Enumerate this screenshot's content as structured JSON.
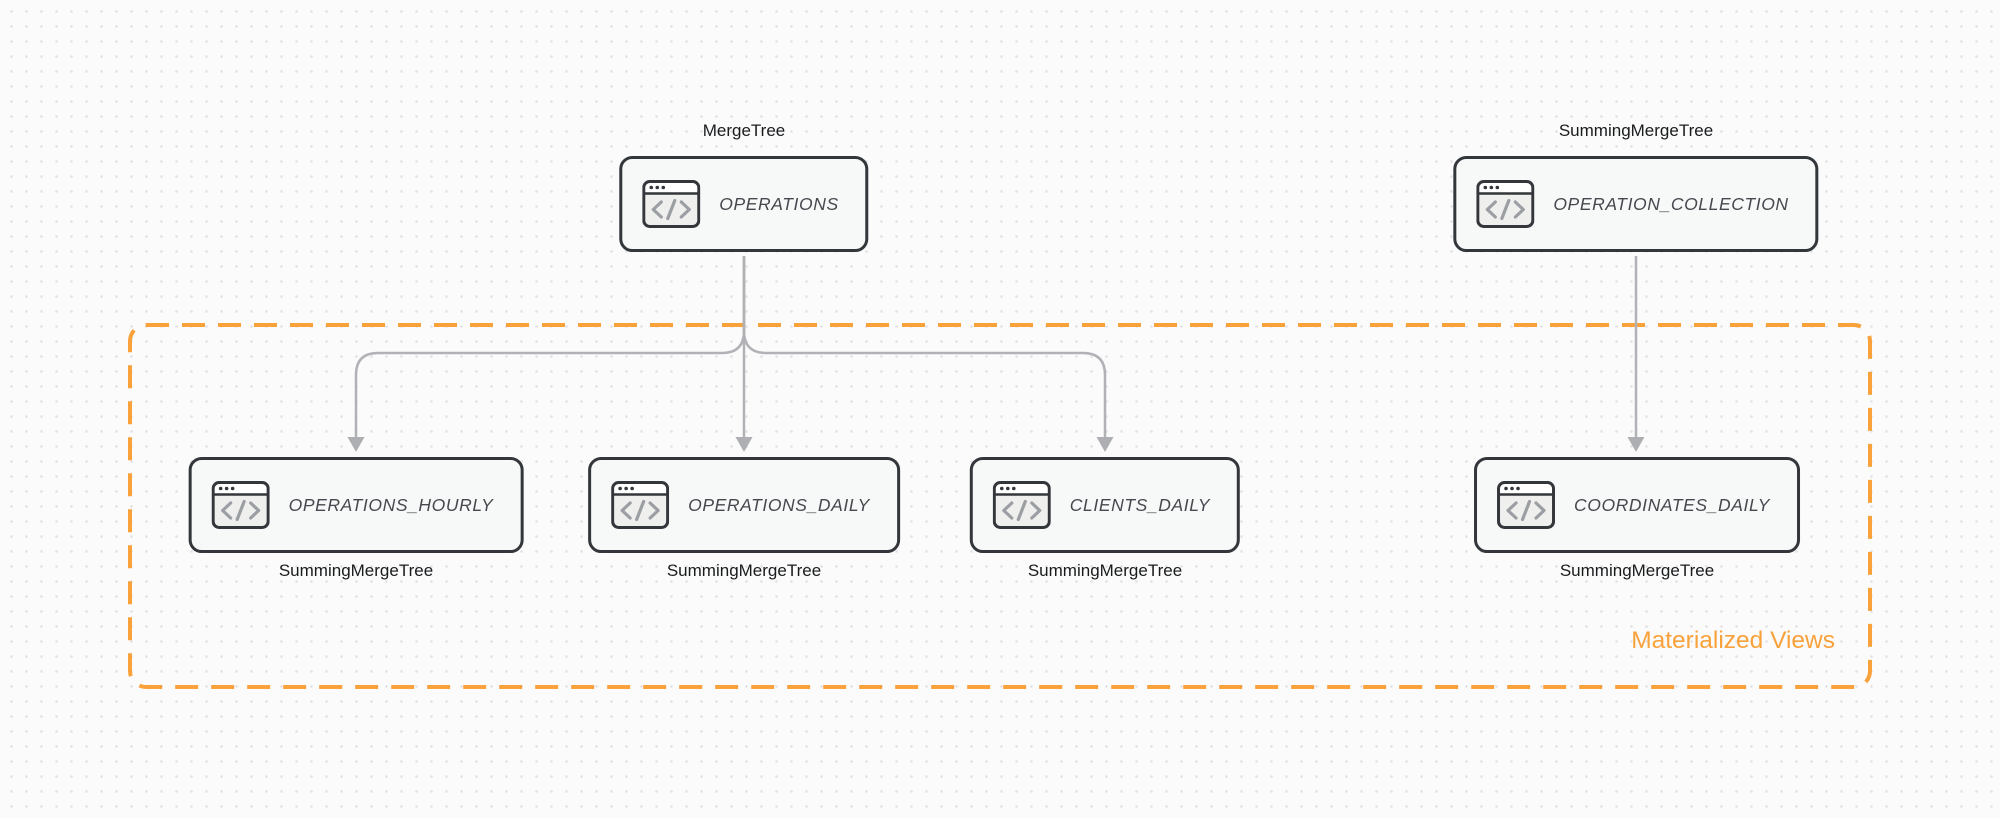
{
  "canvas": {
    "background_color": "#fbfbfb",
    "dot_color": "#e3e3e6"
  },
  "nodes": [
    {
      "id": "operations",
      "table": "OPERATIONS",
      "engine": "MergeTree",
      "engine_label_position": "top"
    },
    {
      "id": "operation-collection",
      "table": "OPERATION_COLLECTION",
      "engine": "SummingMergeTree",
      "engine_label_position": "top"
    },
    {
      "id": "operations-hourly",
      "table": "OPERATIONS_HOURLY",
      "engine": "SummingMergeTree",
      "engine_label_position": "bottom"
    },
    {
      "id": "operations-daily",
      "table": "OPERATIONS_DAILY",
      "engine": "SummingMergeTree",
      "engine_label_position": "bottom"
    },
    {
      "id": "clients-daily",
      "table": "CLIENTS_DAILY",
      "engine": "SummingMergeTree",
      "engine_label_position": "bottom"
    },
    {
      "id": "coordinates-daily",
      "table": "COORDINATES_DAILY",
      "engine": "SummingMergeTree",
      "engine_label_position": "bottom"
    }
  ],
  "edges": [
    {
      "from": "operations",
      "to": "operations-hourly"
    },
    {
      "from": "operations",
      "to": "operations-daily"
    },
    {
      "from": "operations",
      "to": "clients-daily"
    },
    {
      "from": "operation-collection",
      "to": "coordinates-daily"
    }
  ],
  "group": {
    "label": "Materialized Views",
    "border_color": "#f9a23b",
    "label_color": "#f9a23b"
  },
  "icons": {
    "node_icon": "code-window-icon"
  },
  "colors": {
    "node_border": "#33373c",
    "node_fill": "#f7f8f8",
    "node_text": "#45494e",
    "engine_label_text": "#191b1d",
    "arrow": "#b1b2b6"
  }
}
